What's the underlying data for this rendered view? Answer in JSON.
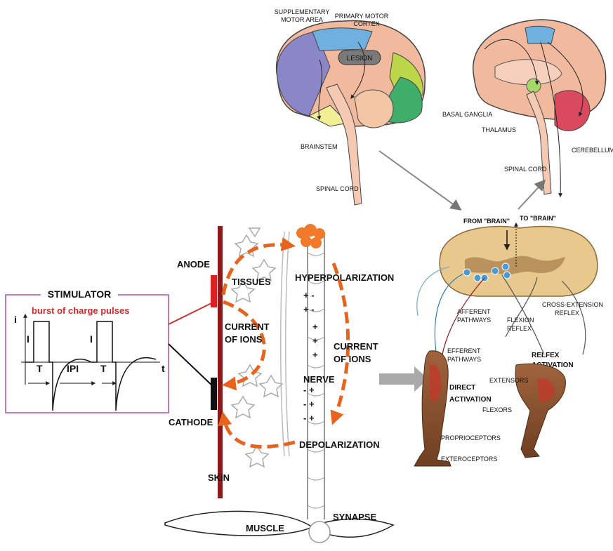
{
  "brain_left": {
    "supplementary_motor_area": [
      "SUPPLEMENTARY",
      "MOTOR AREA"
    ],
    "primary_motor_cortex": [
      "PRIMARY MOTOR",
      "CORTEX"
    ],
    "lesion": "LESION",
    "brainstem": "BRAINSTEM",
    "spinal_cord": "SPINAL CORD"
  },
  "brain_right": {
    "basal_ganglia": "BASAL GANGLIA",
    "thalamus": "THALAMUS",
    "cerebellum": "CEREBELLUM",
    "spinal_cord": "SPINAL CORD"
  },
  "stimulator": {
    "title": "STIMULATOR",
    "subtitle": "burst of charge pulses",
    "axis_i": "i",
    "axis_t": "t",
    "pulse_label_1": "I",
    "pulse_label_2": "I",
    "width_label_1": "T",
    "width_label_2": "T",
    "ipi": "IPI"
  },
  "electrodes": {
    "anode": "ANODE",
    "cathode": "CATHODE",
    "skin": "SKIN",
    "tissues": "TISSUES",
    "current_left": [
      "CURRENT",
      "OF IONS"
    ],
    "current_right": [
      "CURRENT",
      "OF IONS"
    ],
    "hyperpolarization": "HYPERPOLARIZATION",
    "nerve": "NERVE",
    "depolarization": "DEPOLARIZATION",
    "muscle": "MUSCLE",
    "synapse": "SYNAPSE"
  },
  "spinal_section": {
    "from_brain": "FROM \"BRAIN\"",
    "to_brain": "TO \"BRAIN\"",
    "cross_extension": [
      "CROSS-EXTENSION",
      "REFLEX"
    ],
    "afferent": [
      "AFFERENT",
      "PATHWAYS"
    ],
    "flexion": [
      "FLEXION",
      "REFLEX"
    ],
    "efferent": [
      "EFFERENT",
      "PATHWAYS"
    ],
    "relflex_activation": [
      "RELFEX",
      "ACTIVATION"
    ],
    "direct_activation": [
      "DIRECT",
      "ACTIVATION"
    ],
    "extensors": "EXTENSORS",
    "flexors": "FLEXORS",
    "proprioceptors": "PROPRIOCEPTORS",
    "exteroceptors": "EXTEROCEPTORS"
  },
  "colors": {
    "orange": "#e8641e",
    "skin_bar": "#8b1a1a",
    "red_text": "#d22a2a",
    "frame": "#b2509c"
  }
}
